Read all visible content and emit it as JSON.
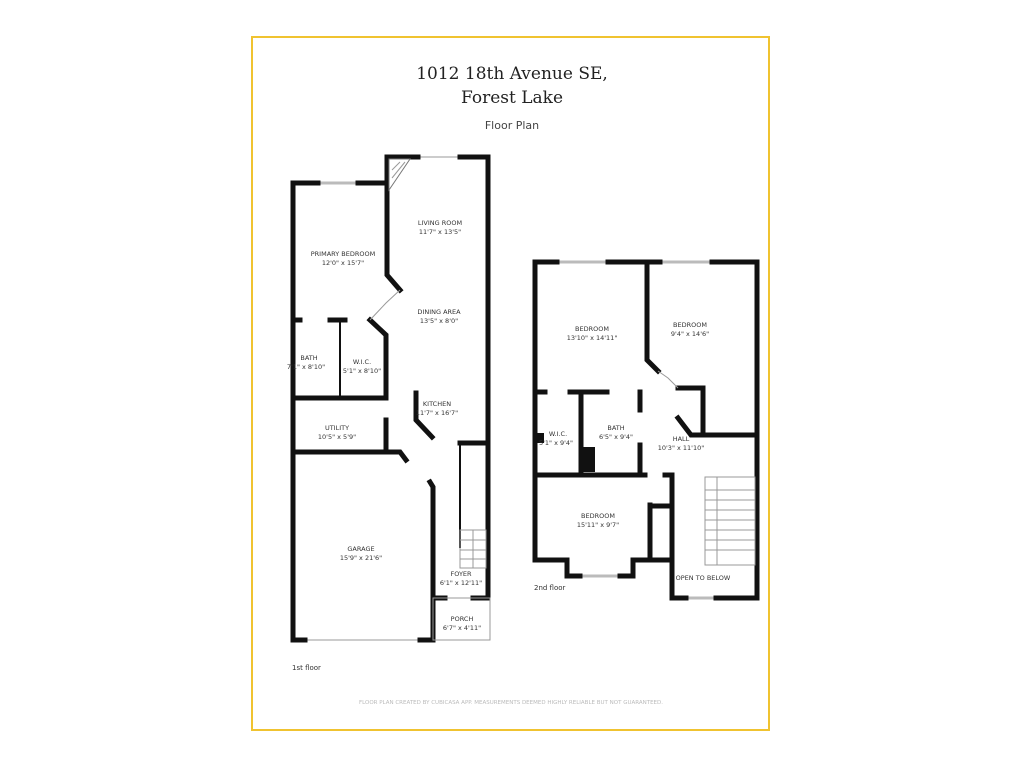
{
  "header": {
    "address_line1": "1012 18th Avenue SE,",
    "address_line2": "Forest Lake",
    "subtitle": "Floor Plan"
  },
  "frame_color": "#f0c330",
  "first_floor": {
    "label": "1st floor",
    "rooms": [
      {
        "name": "LIVING ROOM",
        "size": "11'7\" x 13'5\""
      },
      {
        "name": "PRIMARY BEDROOM",
        "size": "12'0\" x 15'7\""
      },
      {
        "name": "DINING AREA",
        "size": "13'5\" x 8'0\""
      },
      {
        "name": "BATH",
        "size": "7'1\" x 8'10\""
      },
      {
        "name": "W.I.C.",
        "size": "5'1\" x 8'10\""
      },
      {
        "name": "KITCHEN",
        "size": "11'7\" x 16'7\""
      },
      {
        "name": "UTILITY",
        "size": "10'5\" x 5'9\""
      },
      {
        "name": "GARAGE",
        "size": "15'9\" x 21'6\""
      },
      {
        "name": "FOYER",
        "size": "6'1\" x 12'11\""
      },
      {
        "name": "PORCH",
        "size": "6'7\" x 4'11\""
      }
    ]
  },
  "second_floor": {
    "label": "2nd floor",
    "rooms": [
      {
        "name": "BEDROOM",
        "size": "13'10\" x 14'11\""
      },
      {
        "name": "BEDROOM",
        "size": "9'4\" x 14'6\""
      },
      {
        "name": "W.I.C.",
        "size": "5'1\" x 9'4\""
      },
      {
        "name": "BATH",
        "size": "6'5\" x 9'4\""
      },
      {
        "name": "HALL",
        "size": "10'3\" x 11'10\""
      },
      {
        "name": "BEDROOM",
        "size": "15'11\" x 9'7\""
      },
      {
        "name": "OPEN TO BELOW",
        "size": ""
      }
    ]
  },
  "footer": "FLOOR PLAN CREATED BY CUBICASA APP. MEASUREMENTS DEEMED HIGHLY RELIABLE BUT NOT GUARANTEED."
}
